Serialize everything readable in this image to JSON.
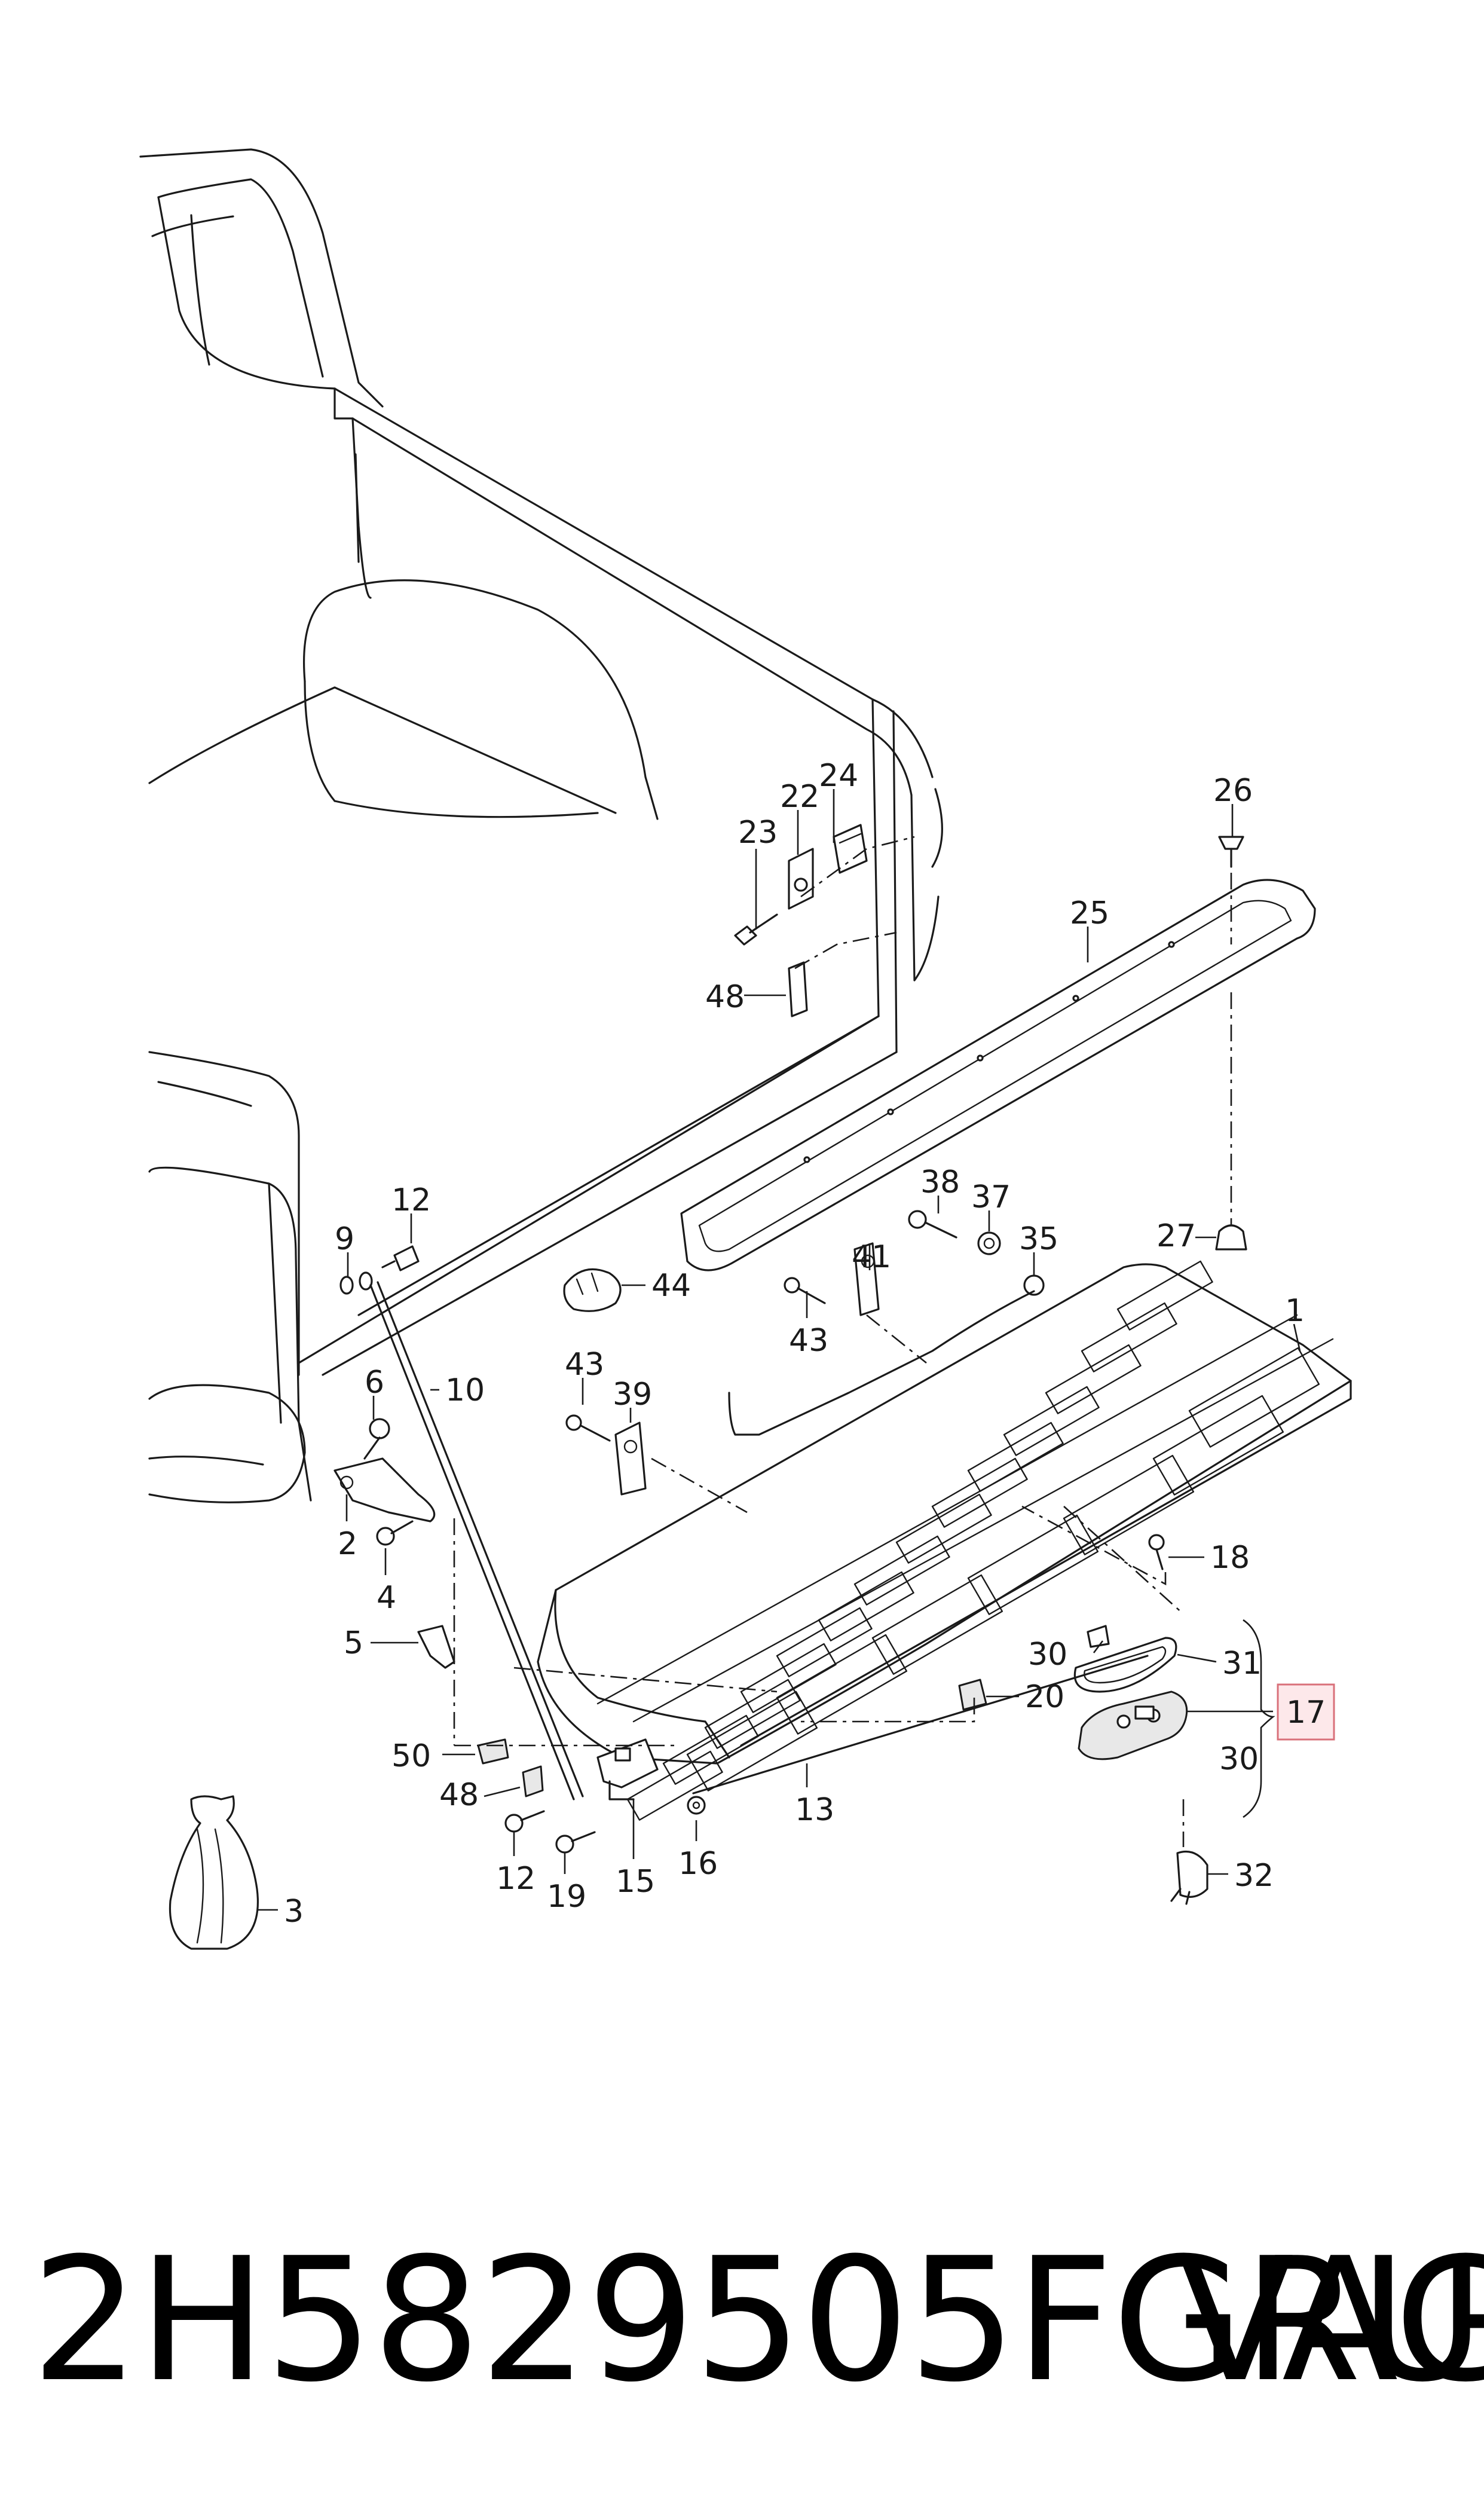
{
  "footer": {
    "part_number": "2H5829505FGRU",
    "brand": "VAG"
  },
  "highlight": {
    "part": "17",
    "color": "#d9707a",
    "fill": "#fde8ea"
  },
  "callouts": [
    "26",
    "24",
    "22",
    "23",
    "25",
    "48",
    "12",
    "9",
    "38",
    "37",
    "35",
    "41",
    "27",
    "44",
    "43",
    "1",
    "10",
    "6",
    "43",
    "39",
    "2",
    "4",
    "18",
    "5",
    "30",
    "31",
    "17",
    "20",
    "30",
    "50",
    "48",
    "13",
    "16",
    "12",
    "19",
    "15",
    "32",
    "3"
  ]
}
